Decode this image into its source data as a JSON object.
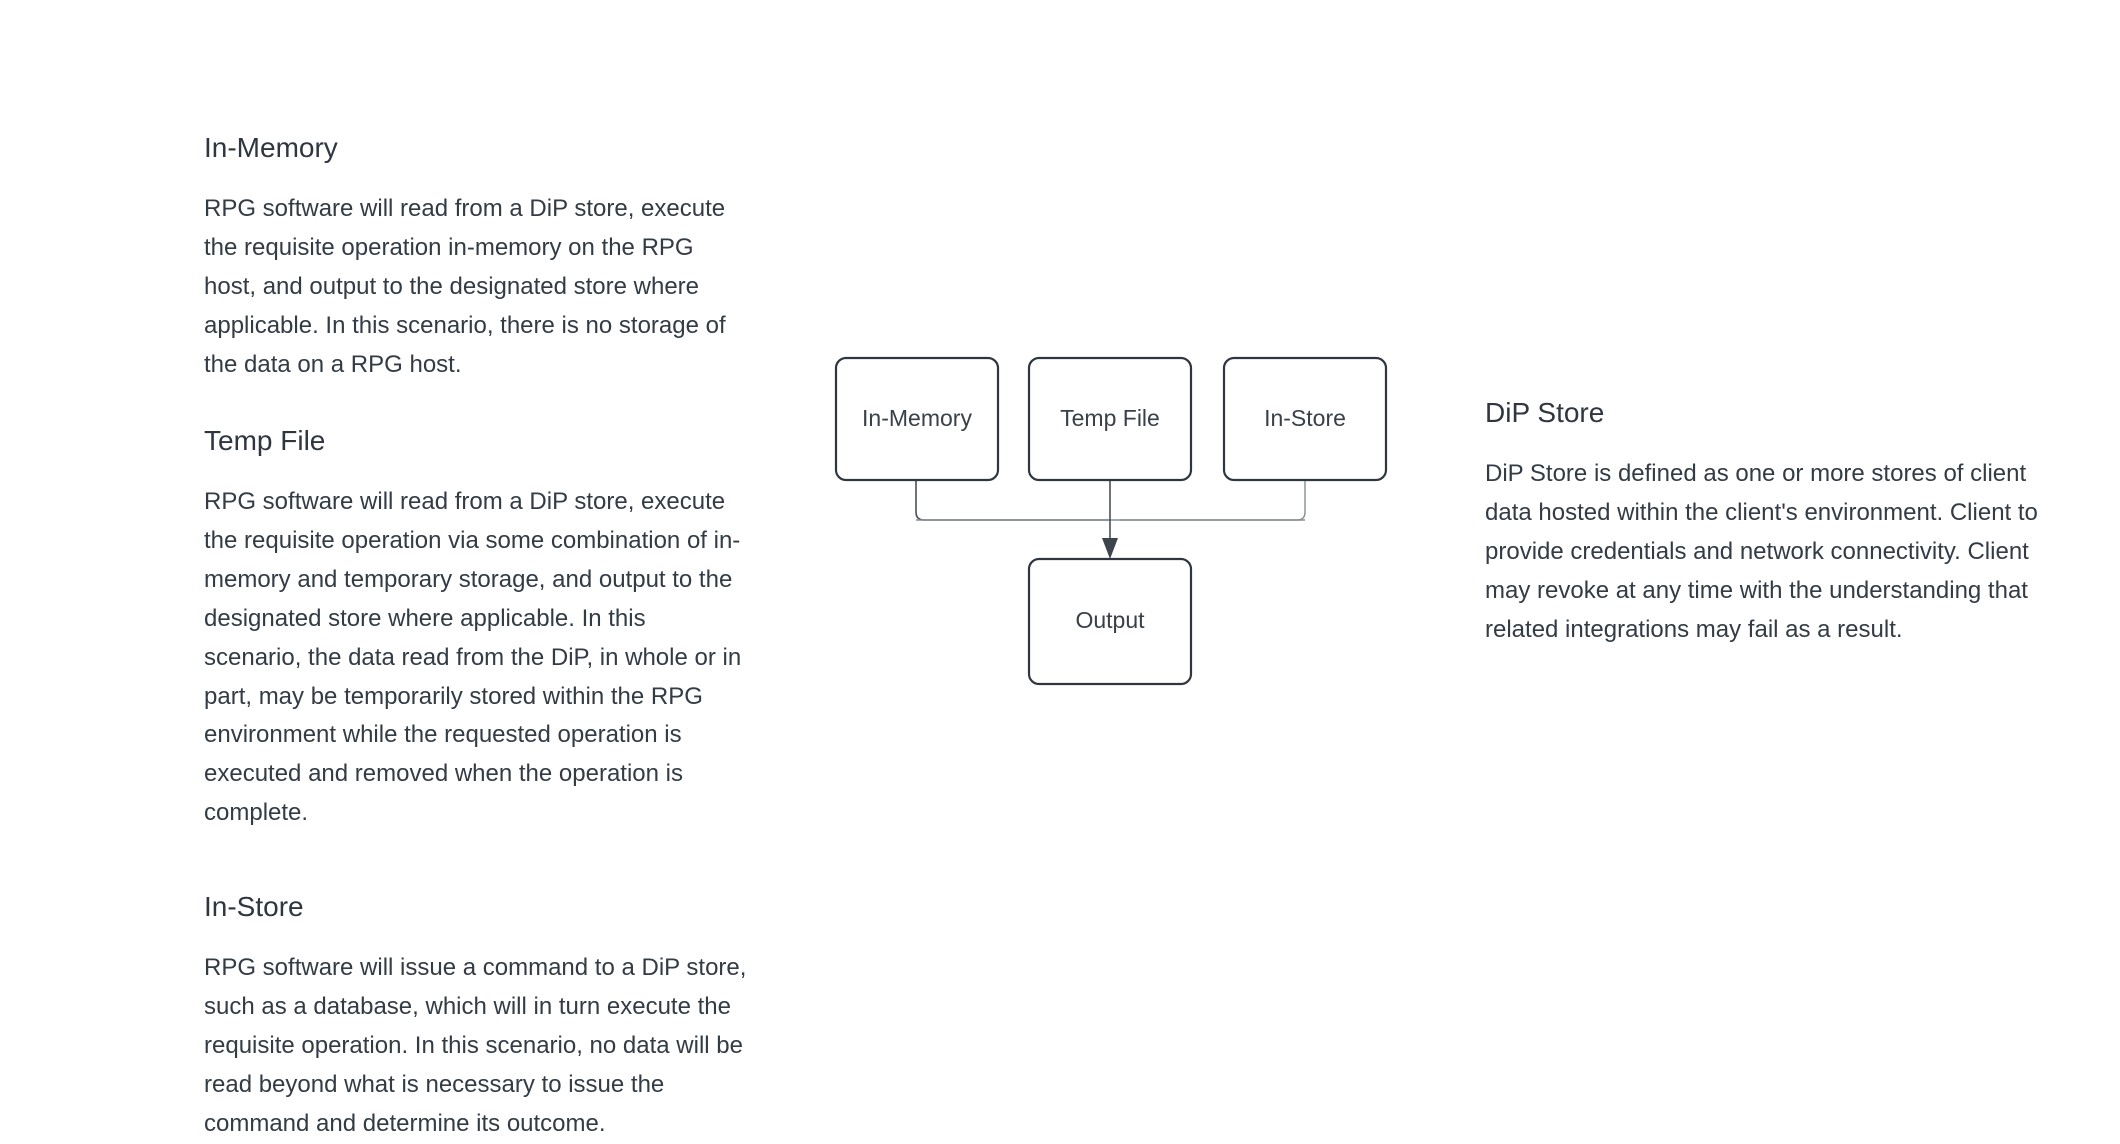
{
  "page": {
    "background_color": "#ffffff",
    "text_color": "#2f3640",
    "accent_color": "#2f3640"
  },
  "left_column": {
    "sections": [
      {
        "heading": "In-Memory",
        "body": "RPG software will read from a DiP store, execute the requisite operation in-memory on the RPG host, and output to the designated store where applicable. In this scenario, there is no storage of the data on a RPG host."
      },
      {
        "heading": "Temp File",
        "body": "RPG software will read from a DiP store, execute the requisite operation via some combination of in-memory and temporary storage, and output to the designated store where applicable. In this scenario, the data read from the DiP, in whole or in part, may be temporarily stored within the RPG environment while the requested operation is executed and removed when the operation is complete."
      },
      {
        "heading": "In-Store",
        "body": "RPG software will issue a command to a DiP store, such as a database, which will in turn execute the requisite operation. In this scenario, no data will be read beyond what is necessary to issue the command and determine its outcome."
      }
    ]
  },
  "right_column": {
    "sections": [
      {
        "heading": "DiP Store",
        "body": "DiP Store is defined as one or more stores of client data hosted within the client's environment. Client to provide credentials and network connectivity. Client may revoke at any time with the understanding that related integrations may fail as a result."
      }
    ]
  },
  "diagram": {
    "type": "flowchart",
    "nodes": [
      {
        "id": "in-memory",
        "label": "In-Memory"
      },
      {
        "id": "temp-file",
        "label": "Temp File"
      },
      {
        "id": "in-store",
        "label": "In-Store"
      },
      {
        "id": "output",
        "label": "Output"
      }
    ],
    "edges": [
      {
        "from": "in-memory",
        "to": "output",
        "arrow": true
      },
      {
        "from": "temp-file",
        "to": "output",
        "arrow": true
      },
      {
        "from": "in-store",
        "to": "output",
        "arrow": true
      }
    ],
    "node_fill": "#ffffff",
    "node_stroke": "#2f3640",
    "edge_color": "#4a5058"
  }
}
